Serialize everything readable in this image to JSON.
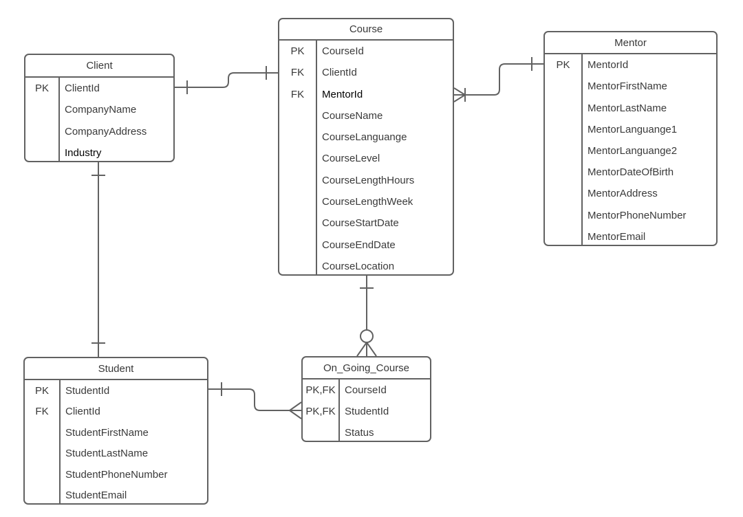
{
  "diagram": {
    "type": "entity-relationship-diagram",
    "colors": {
      "background": "#ffffff",
      "line": "#616161",
      "text": "#3a3a3a",
      "text_emphasis": "#000000"
    }
  },
  "entities": {
    "client": {
      "title": "Client",
      "rows": [
        {
          "key": "PK",
          "name": "ClientId"
        },
        {
          "key": "",
          "name": "CompanyName"
        },
        {
          "key": "",
          "name": "CompanyAddress"
        },
        {
          "key": "",
          "name": "Industry",
          "emphasis": true
        }
      ]
    },
    "course": {
      "title": "Course",
      "rows": [
        {
          "key": "PK",
          "name": "CourseId"
        },
        {
          "key": "FK",
          "name": "ClientId"
        },
        {
          "key": "FK",
          "name": "MentorId",
          "emphasis": true
        },
        {
          "key": "",
          "name": "CourseName"
        },
        {
          "key": "",
          "name": "CourseLanguange"
        },
        {
          "key": "",
          "name": "CourseLevel"
        },
        {
          "key": "",
          "name": "CourseLengthHours"
        },
        {
          "key": "",
          "name": "CourseLengthWeek"
        },
        {
          "key": "",
          "name": "CourseStartDate"
        },
        {
          "key": "",
          "name": "CourseEndDate"
        },
        {
          "key": "",
          "name": "CourseLocation"
        }
      ]
    },
    "mentor": {
      "title": "Mentor",
      "rows": [
        {
          "key": "PK",
          "name": "MentorId"
        },
        {
          "key": "",
          "name": "MentorFirstName"
        },
        {
          "key": "",
          "name": "MentorLastName"
        },
        {
          "key": "",
          "name": "MentorLanguange1"
        },
        {
          "key": "",
          "name": "MentorLanguange2"
        },
        {
          "key": "",
          "name": "MentorDateOfBirth"
        },
        {
          "key": "",
          "name": "MentorAddress"
        },
        {
          "key": "",
          "name": "MentorPhoneNumber"
        },
        {
          "key": "",
          "name": "MentorEmail"
        }
      ]
    },
    "student": {
      "title": "Student",
      "rows": [
        {
          "key": "PK",
          "name": "StudentId"
        },
        {
          "key": "FK",
          "name": "ClientId"
        },
        {
          "key": "",
          "name": "StudentFirstName"
        },
        {
          "key": "",
          "name": "StudentLastName"
        },
        {
          "key": "",
          "name": "StudentPhoneNumber"
        },
        {
          "key": "",
          "name": "StudentEmail"
        }
      ]
    },
    "on_going_course": {
      "title": "On_Going_Course",
      "rows": [
        {
          "key": "PK,FK",
          "name": "CourseId"
        },
        {
          "key": "PK,FK",
          "name": "StudentId"
        },
        {
          "key": "",
          "name": "Status"
        }
      ]
    }
  },
  "relationships": {
    "client_course": {
      "from": "Client",
      "to": "Course",
      "from_cardinality": "one",
      "to_cardinality": "one"
    },
    "course_mentor": {
      "from": "Course",
      "to": "Mentor",
      "from_cardinality": "one-or-many",
      "to_cardinality": "one"
    },
    "client_student": {
      "from": "Client",
      "to": "Student",
      "from_cardinality": "one",
      "to_cardinality": "one"
    },
    "course_on_going_course": {
      "from": "Course",
      "to": "On_Going_Course",
      "from_cardinality": "one",
      "to_cardinality": "zero-or-many"
    },
    "student_on_going_course": {
      "from": "Student",
      "to": "On_Going_Course",
      "from_cardinality": "one",
      "to_cardinality": "many"
    }
  }
}
